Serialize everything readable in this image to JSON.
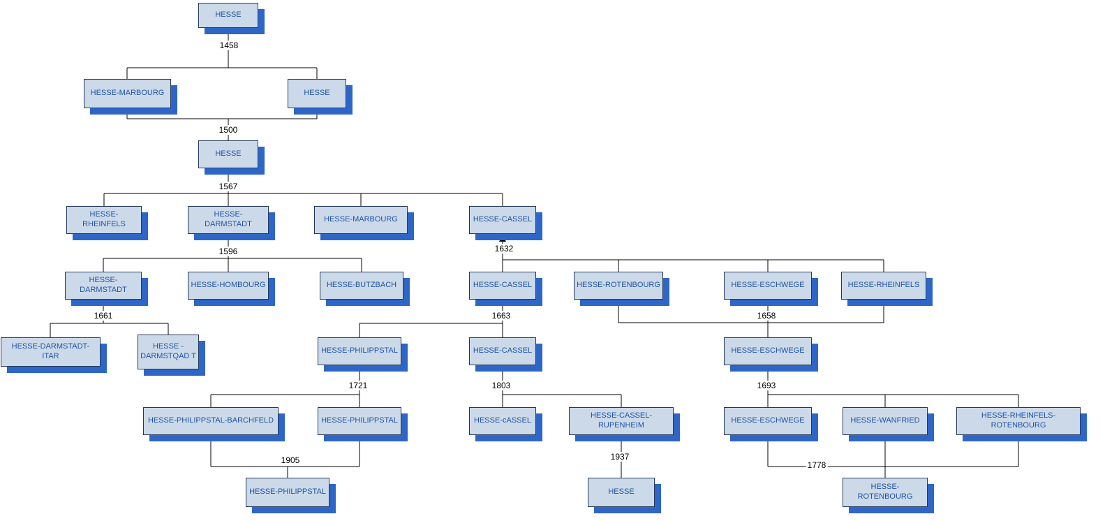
{
  "tree": {
    "nodes": [
      {
        "id": "hesse-root",
        "label": "HESSE"
      },
      {
        "id": "hesse-marbourg-1",
        "label": "HESSE-MARBOURG"
      },
      {
        "id": "hesse-1",
        "label": "HESSE"
      },
      {
        "id": "hesse-2",
        "label": "HESSE"
      },
      {
        "id": "hesse-rheinfels-1",
        "label": "HESSE-RHEINFELS"
      },
      {
        "id": "hesse-darmstadt-1",
        "label": "HESSE-DARMSTADT"
      },
      {
        "id": "hesse-marbourg-2",
        "label": "HESSE-MARBOURG"
      },
      {
        "id": "hesse-cassel-1",
        "label": "HESSE-CASSEL"
      },
      {
        "id": "hesse-darmstadt-2",
        "label": "HESSE-DARMSTADT"
      },
      {
        "id": "hesse-hombourg",
        "label": "HESSE-HOMBOURG"
      },
      {
        "id": "hesse-butzbach",
        "label": "HESSE-BUTZBACH"
      },
      {
        "id": "hesse-cassel-2",
        "label": "HESSE-CASSEL"
      },
      {
        "id": "hesse-rotenbourg-1",
        "label": "HESSE-ROTENBOURG"
      },
      {
        "id": "hesse-eschwege-1",
        "label": "HESSE-ESCHWEGE"
      },
      {
        "id": "hesse-rheinfels-2",
        "label": "HESSE-RHEINFELS"
      },
      {
        "id": "hesse-darmstadt-itar",
        "label": "HESSE-DARMSTADT-ITAR"
      },
      {
        "id": "hesse-darmstqadt",
        "label": "HESSE - DARMSTQAD T"
      },
      {
        "id": "hesse-philippstal-1",
        "label": "HESSE-PHILIPPSTAL"
      },
      {
        "id": "hesse-cassel-3",
        "label": "HESSE-CASSEL"
      },
      {
        "id": "hesse-eschwege-2",
        "label": "HESSE-ESCHWEGE"
      },
      {
        "id": "hesse-philippstal-barchfeld",
        "label": "HESSE-PHILIPPSTAL-BARCHFELD"
      },
      {
        "id": "hesse-philippstal-2",
        "label": "HESSE-PHILIPPSTAL"
      },
      {
        "id": "hesse-cassel-4",
        "label": "HESSE-cASSEL"
      },
      {
        "id": "hesse-cassel-rupenheim",
        "label": "HESSE-CASSEL-RUPENHEIM"
      },
      {
        "id": "hesse-eschwege-3",
        "label": "HESSE-ESCHWEGE"
      },
      {
        "id": "hesse-wanfried",
        "label": "HESSE-WANFRIED"
      },
      {
        "id": "hesse-rheinfels-rotenbourg",
        "label": "HESSE-RHEINFELS-ROTENBOURG"
      },
      {
        "id": "hesse-philippstal-3",
        "label": "HESSE-PHILIPPSTAL"
      },
      {
        "id": "hesse-final",
        "label": "HESSE"
      },
      {
        "id": "hesse-rotenbourg-2",
        "label": "HESSE-ROTENBOURG"
      }
    ],
    "dates": [
      "1458",
      "1500",
      "1567",
      "1596",
      "1632",
      "1661",
      "1663",
      "1658",
      "1721",
      "1803",
      "1693",
      "1905",
      "1937",
      "1778"
    ]
  },
  "colors": {
    "node_fill": "#ccd9e8",
    "node_border": "#24395b",
    "node_shadow": "#2e66c8",
    "node_text": "#1f55a8",
    "connector_line": "#000000",
    "date_text": "#000000",
    "background": "#ffffff"
  }
}
